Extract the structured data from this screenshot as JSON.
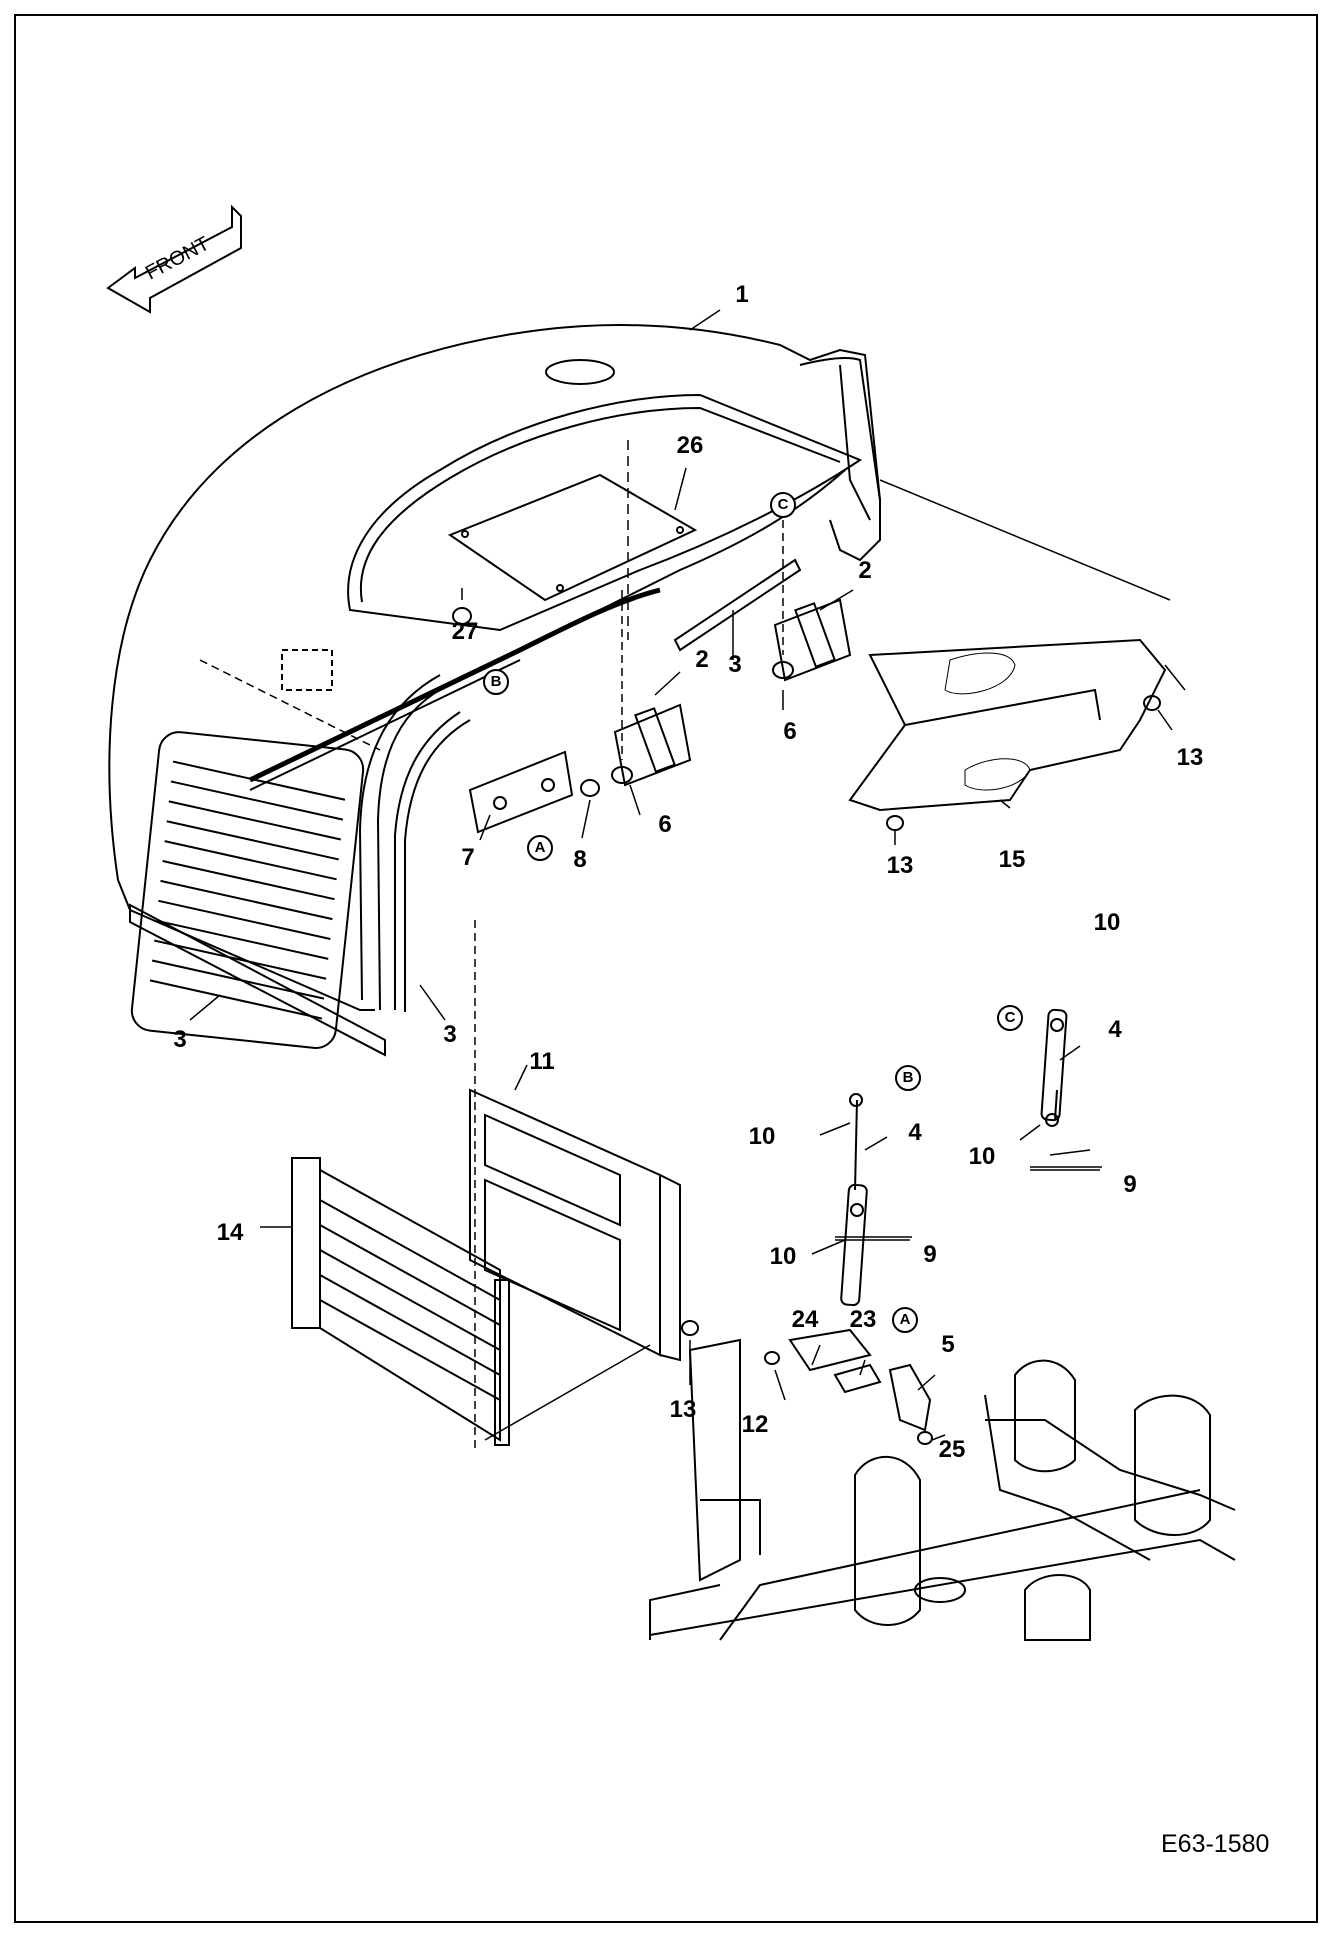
{
  "callouts": {
    "c1": "1",
    "c26": "26",
    "c27": "27",
    "c2a": "2",
    "c2b": "2",
    "c3a": "3",
    "c3b": "3",
    "c3c": "3",
    "c6a": "6",
    "c6b": "6",
    "c7": "7",
    "c8": "8",
    "c13a": "13",
    "c13b": "13",
    "c13c": "13",
    "c15": "15",
    "c10a": "10",
    "c10b": "10",
    "c10c": "10",
    "c10d": "10",
    "c4a": "4",
    "c4b": "4",
    "c9a": "9",
    "c9b": "9",
    "c11": "11",
    "c14": "14",
    "c24": "24",
    "c23": "23",
    "c5": "5",
    "c12": "12",
    "c25": "25"
  },
  "refs": {
    "a1": "A",
    "a2": "A",
    "b1": "B",
    "b2": "B",
    "c1": "C",
    "c2": "C"
  },
  "front_label": "FRONT",
  "drawing_code": "E63-1580"
}
